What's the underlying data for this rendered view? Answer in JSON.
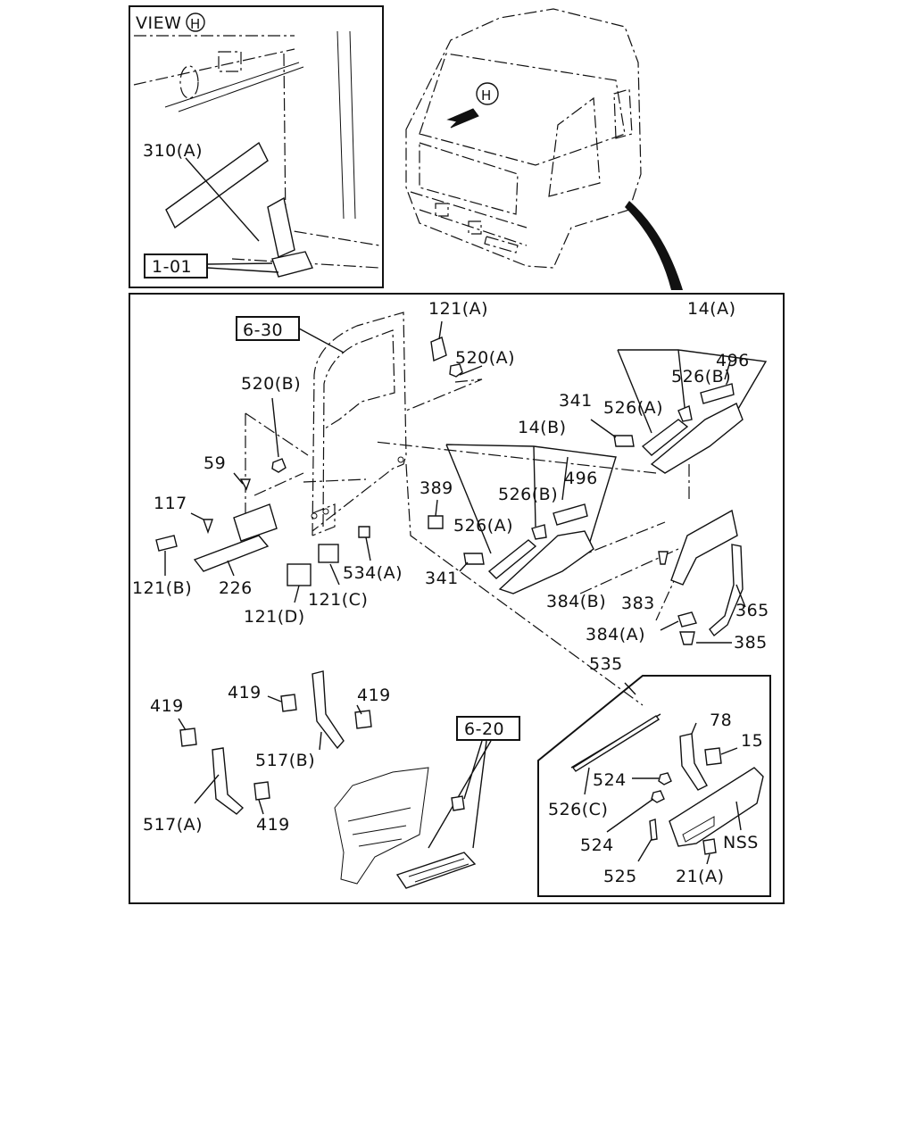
{
  "view_label": "VIEW",
  "view_marker": "H",
  "labels": [
    {
      "id": "lbl-310a",
      "text": "310(A)"
    },
    {
      "id": "lbl-1-01",
      "text": "1-01"
    },
    {
      "id": "lbl-6-30",
      "text": "6-30"
    },
    {
      "id": "lbl-121a",
      "text": "121(A)"
    },
    {
      "id": "lbl-520a",
      "text": "520(A)"
    },
    {
      "id": "lbl-14a",
      "text": "14(A)"
    },
    {
      "id": "lbl-520b",
      "text": "520(B)"
    },
    {
      "id": "lbl-526b-top",
      "text": "526(B)"
    },
    {
      "id": "lbl-496-top",
      "text": "496"
    },
    {
      "id": "lbl-341-top",
      "text": "341"
    },
    {
      "id": "lbl-526a-top",
      "text": "526(A)"
    },
    {
      "id": "lbl-59",
      "text": "59"
    },
    {
      "id": "lbl-14b",
      "text": "14(B)"
    },
    {
      "id": "lbl-117",
      "text": "117"
    },
    {
      "id": "lbl-389",
      "text": "389"
    },
    {
      "id": "lbl-526b-mid",
      "text": "526(B)"
    },
    {
      "id": "lbl-496-mid",
      "text": "496"
    },
    {
      "id": "lbl-526a-mid",
      "text": "526(A)"
    },
    {
      "id": "lbl-121b",
      "text": "121(B)"
    },
    {
      "id": "lbl-226",
      "text": "226"
    },
    {
      "id": "lbl-534a",
      "text": "534(A)"
    },
    {
      "id": "lbl-341-mid",
      "text": "341"
    },
    {
      "id": "lbl-121d",
      "text": "121(D)"
    },
    {
      "id": "lbl-121c",
      "text": "121(C)"
    },
    {
      "id": "lbl-384b",
      "text": "384(B)"
    },
    {
      "id": "lbl-383",
      "text": "383"
    },
    {
      "id": "lbl-365",
      "text": "365"
    },
    {
      "id": "lbl-384a",
      "text": "384(A)"
    },
    {
      "id": "lbl-385",
      "text": "385"
    },
    {
      "id": "lbl-535",
      "text": "535"
    },
    {
      "id": "lbl-419-a",
      "text": "419"
    },
    {
      "id": "lbl-419-b",
      "text": "419"
    },
    {
      "id": "lbl-419-c",
      "text": "419"
    },
    {
      "id": "lbl-419-d",
      "text": "419"
    },
    {
      "id": "lbl-78",
      "text": "78"
    },
    {
      "id": "lbl-15",
      "text": "15"
    },
    {
      "id": "lbl-6-20",
      "text": "6-20"
    },
    {
      "id": "lbl-517b",
      "text": "517(B)"
    },
    {
      "id": "lbl-524-a",
      "text": "524"
    },
    {
      "id": "lbl-526c",
      "text": "526(C)"
    },
    {
      "id": "lbl-517a",
      "text": "517(A)"
    },
    {
      "id": "lbl-524-b",
      "text": "524"
    },
    {
      "id": "lbl-nss",
      "text": "NSS"
    },
    {
      "id": "lbl-525",
      "text": "525"
    },
    {
      "id": "lbl-21a",
      "text": "21(A)"
    }
  ]
}
